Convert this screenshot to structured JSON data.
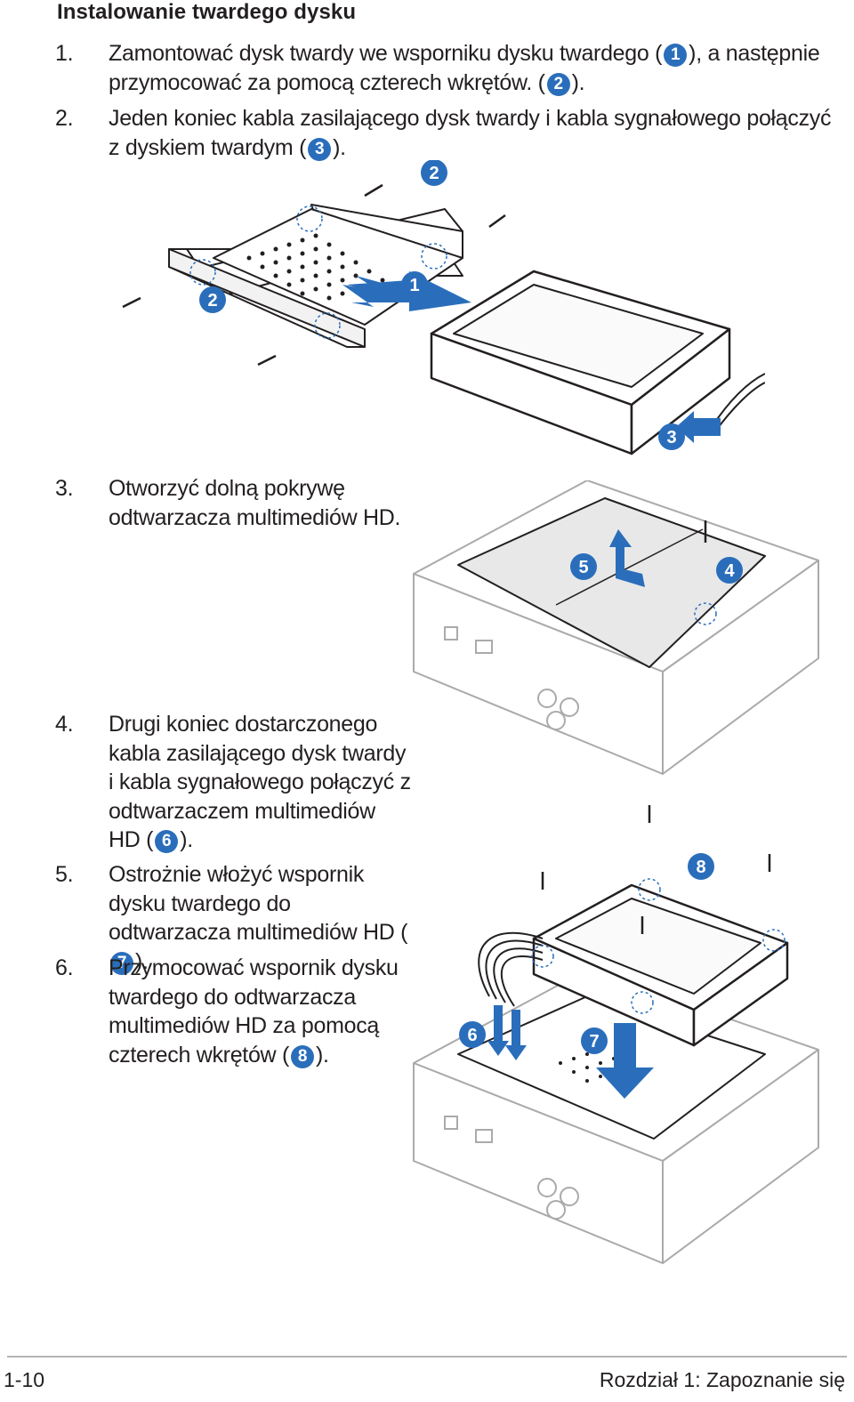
{
  "title": "Instalowanie twardego dysku",
  "steps": [
    {
      "num": "1.",
      "before": "Zamontować dysk twardy we wsporniku dysku twardego (",
      "badge1": "1",
      "middle": "), a następnie przymocować za pomocą czterech wkrętów. (",
      "badge2": "2",
      "after": ")."
    },
    {
      "num": "2.",
      "before": "Jeden koniec kabla zasilającego dysk twardy i kabla sygnałowego połączyć z dyskiem twardym (",
      "badge": "3",
      "after": ")."
    },
    {
      "num": "3.",
      "text": "Otworzyć dolną pokrywę odtwarzacza multimediów HD."
    },
    {
      "num": "4.",
      "before": "Drugi koniec dostarczonego kabla zasilającego dysk twardy i kabla sygnałowego połączyć z odtwarzaczem multimediów HD (",
      "badge": "6",
      "after": ")."
    },
    {
      "num": "5.",
      "before": "Ostrożnie włożyć wspornik dysku twardego do odtwarzacza multimediów HD (",
      "badge": "7",
      "after": ")."
    },
    {
      "num": "6.",
      "before": "Przymocować wspornik dysku twardego do odtwarzacza multimediów HD za pomocą czterech wkrętów (",
      "badge": "8",
      "after": ")."
    }
  ],
  "figure_labels": {
    "fig1": [
      "2",
      "1",
      "2",
      "3"
    ],
    "fig2": [
      "5",
      "4"
    ],
    "fig3": [
      "8",
      "6",
      "7"
    ]
  },
  "footer": {
    "page": "1-10",
    "chapter": "Rozdział 1:  Zapoznanie się"
  },
  "colors": {
    "badge": "#2a6ebb",
    "text": "#231f20",
    "rule": "#b5b5b5"
  }
}
